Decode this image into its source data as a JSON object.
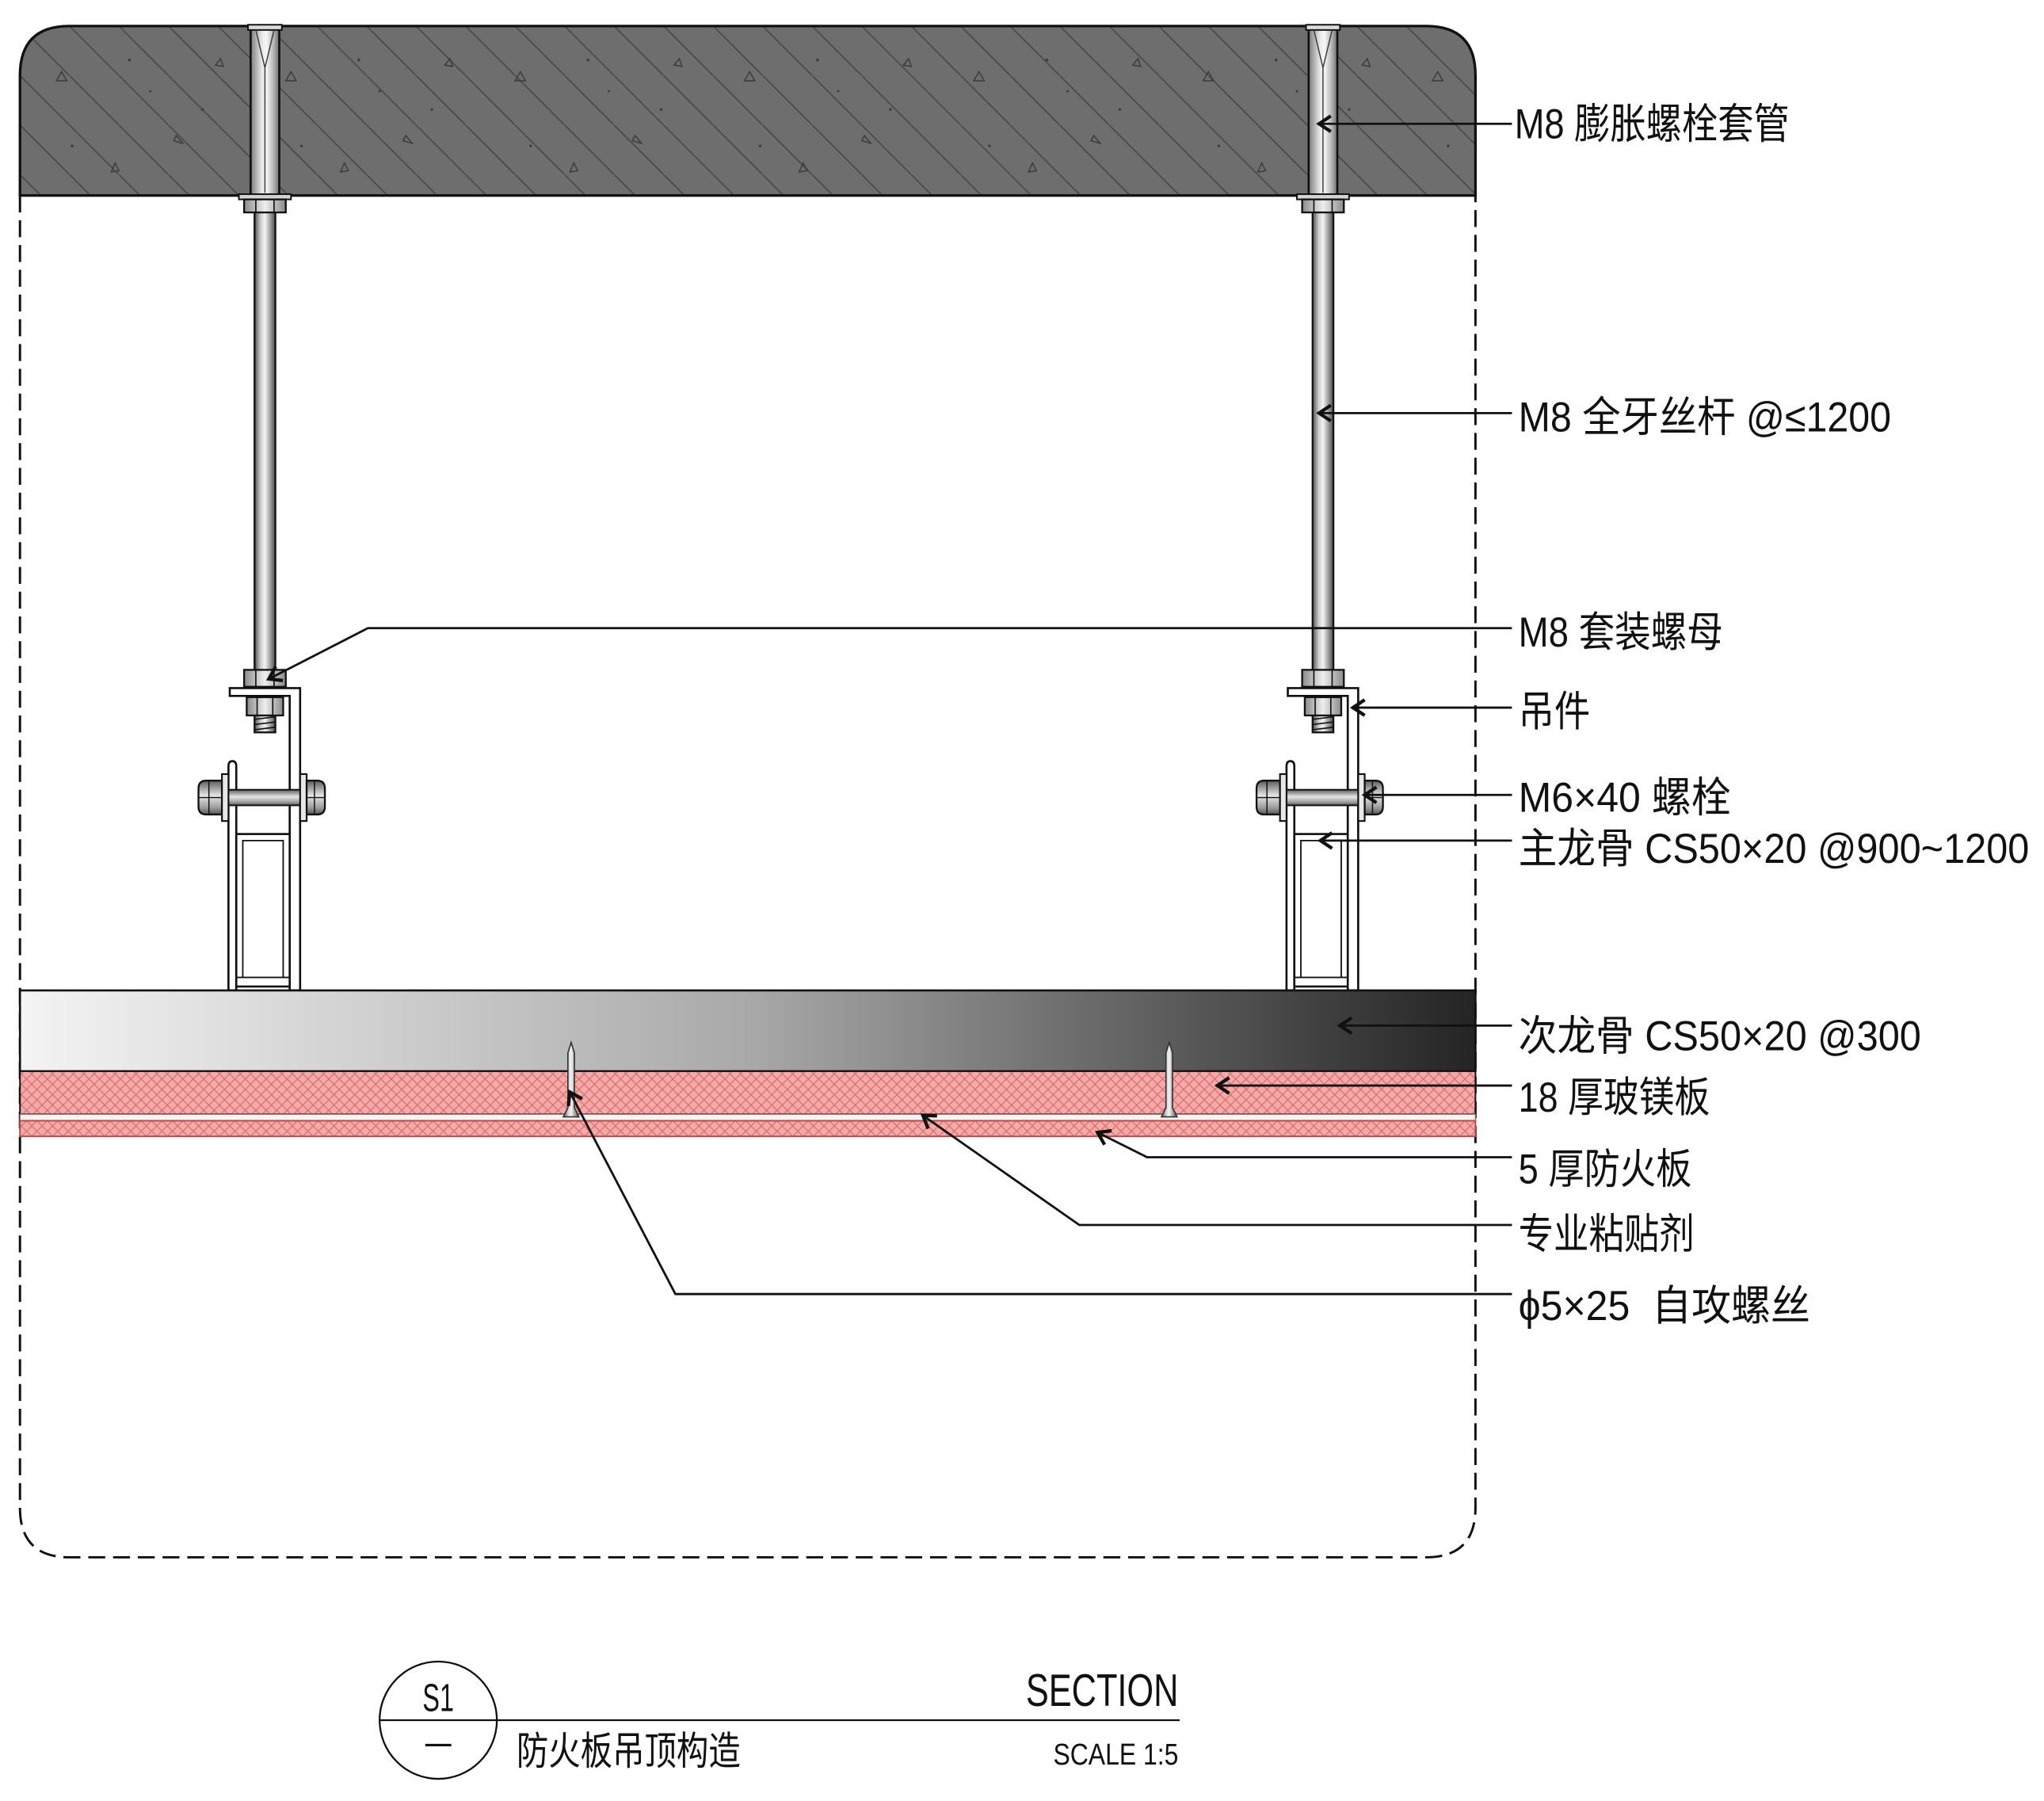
{
  "drawing": {
    "labels": {
      "expansion_sleeve": "M8 膨胀螺栓套管",
      "threaded_rod": "M8 全牙丝杆 @≤1200",
      "nut_set": "M8 套装螺母",
      "hanger": "吊件",
      "bolt": "M6×40 螺栓",
      "main_runner": "主龙骨 CS50×20 @900~1200",
      "secondary_runner": "次龙骨 CS50×20 @300",
      "mgo_board": "18 厚玻镁板",
      "fireproof_board": "5 厚防火板",
      "adhesive": "专业粘贴剂",
      "self_tapping_screw": "ϕ5×25  自攻螺丝"
    }
  },
  "title_block": {
    "detail_id": "S1",
    "sheet_ref": "—",
    "view_type": "SECTION",
    "title": "防火板吊顶构造",
    "scale": "SCALE 1:5"
  },
  "colors": {
    "concrete": "#6e6e6e",
    "concrete_hatch": "#474747",
    "board_pink": "#f5aaaa",
    "board_hatch": "#d96a6a",
    "runner_light": "#f4f4f4",
    "runner_mid": "#a9a9a9",
    "runner_dark": "#242424",
    "ink": "#111111"
  }
}
